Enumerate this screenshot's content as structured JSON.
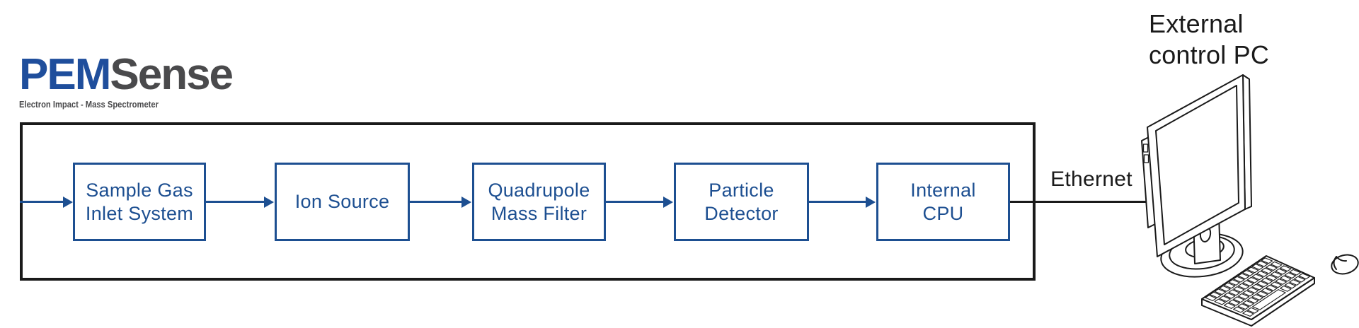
{
  "logo": {
    "brand_primary": "PEM",
    "brand_secondary": "Sense",
    "subtitle": "Electron Impact - Mass Spectrometer"
  },
  "diagram": {
    "blocks": [
      {
        "id": "sample-gas-inlet-system",
        "lines": [
          "Sample Gas",
          "Inlet System"
        ]
      },
      {
        "id": "ion-source",
        "lines": [
          "Ion Source"
        ]
      },
      {
        "id": "quadrupole-mass-filter",
        "lines": [
          "Quadrupole",
          "Mass Filter"
        ]
      },
      {
        "id": "particle-detector",
        "lines": [
          "Particle",
          "Detector"
        ]
      },
      {
        "id": "internal-cpu",
        "lines": [
          "Internal",
          "CPU"
        ]
      }
    ],
    "connection_label": "Ethernet",
    "external_device_label": "External control PC"
  },
  "colors": {
    "accent_blue": "#1d4f91",
    "logo_blue": "#1f4e9c",
    "text_gray": "#4a4a4c",
    "line_black": "#1a1a1a"
  },
  "icons": {
    "external_pc": [
      "monitor-icon",
      "keyboard-icon",
      "mouse-icon"
    ]
  }
}
